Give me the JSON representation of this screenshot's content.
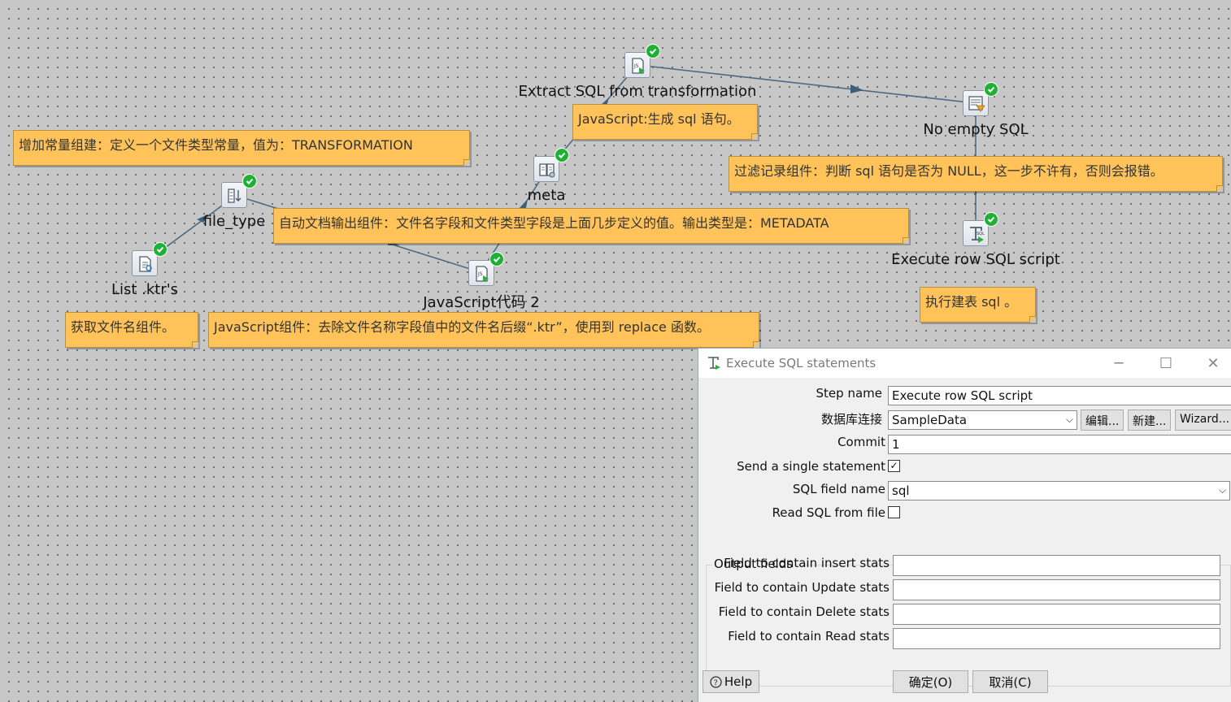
{
  "canvas": {
    "notes": {
      "constant": "增加常量组建：定义一个文件类型常量，值为：TRANSFORMATION",
      "js_sql": "JavaScript:生成 sql 语句。",
      "filter": "过滤记录组件：判断 sql 语句是否为 NULL，这一步不许有，否则会报错。",
      "autodoc": "自动文档输出组件：文件名字段和文件类型字段是上面几步定义的值。输出类型是：METADATA",
      "exec": "执行建表 sql 。",
      "getfile": "获取文件名组件。",
      "js_replace": "JavaScript组件：去除文件名称字段值中的文件名后缀“.ktr”，使用到 replace 函数。"
    },
    "steps": {
      "list": "List .ktr's",
      "file_type": "file_type",
      "js2": "JavaScript代码 2",
      "meta": "meta",
      "extract": "Extract SQL from transformation",
      "no_empty": "No empty SQL",
      "exec_row": "Execute row SQL script"
    }
  },
  "dialog": {
    "title": "Execute SQL statements",
    "step_name_label": "Step name",
    "step_name_value": "Execute row SQL script",
    "db_label": "数据库连接",
    "db_value": "SampleData",
    "edit_btn": "编辑...",
    "new_btn": "新建...",
    "wizard_btn": "Wizard...",
    "commit_label": "Commit",
    "commit_value": "1",
    "single_stmt_label": "Send a single statement",
    "single_stmt_checked": true,
    "sql_field_label": "SQL field name",
    "sql_field_value": "sql",
    "read_file_label": "Read SQL from file",
    "read_file_checked": false,
    "output_group": "Output fields",
    "insert_label": "Field to contain insert stats",
    "update_label": "Field to contain Update stats",
    "delete_label": "Field to contain Delete stats",
    "read_label": "Field to contain Read stats",
    "help_btn": "Help",
    "ok_btn": "确定(O)",
    "cancel_btn": "取消(C)"
  }
}
